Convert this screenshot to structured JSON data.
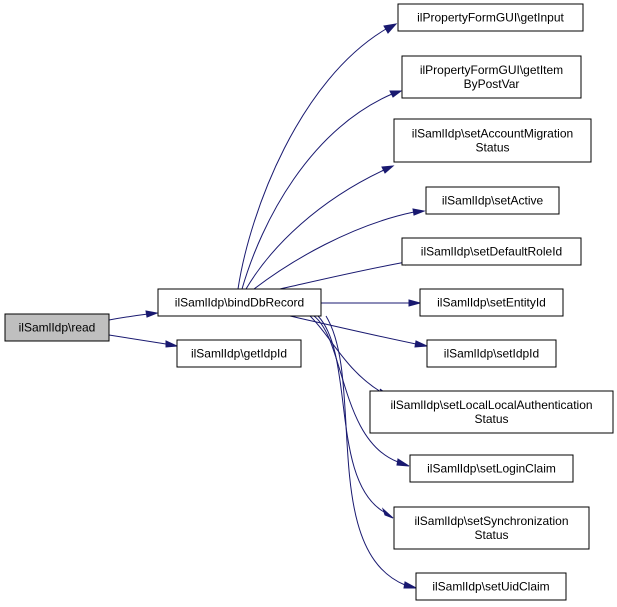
{
  "graph": {
    "title": "",
    "nodes": [
      {
        "id": "read",
        "lines": [
          "ilSamlIdp\\read"
        ],
        "current": true
      },
      {
        "id": "bindDbRecord",
        "lines": [
          "ilSamlIdp\\bindDbRecord"
        ]
      },
      {
        "id": "getIdpId",
        "lines": [
          "ilSamlIdp\\getIdpId"
        ]
      },
      {
        "id": "getInput",
        "lines": [
          "ilPropertyFormGUI\\getInput"
        ]
      },
      {
        "id": "getItemByPostVar",
        "lines": [
          "ilPropertyFormGUI\\getItem",
          "ByPostVar"
        ]
      },
      {
        "id": "setAccountMigrationStatus",
        "lines": [
          "ilSamlIdp\\setAccountMigration",
          "Status"
        ]
      },
      {
        "id": "setActive",
        "lines": [
          "ilSamlIdp\\setActive"
        ]
      },
      {
        "id": "setDefaultRoleId",
        "lines": [
          "ilSamlIdp\\setDefaultRoleId"
        ]
      },
      {
        "id": "setEntityId",
        "lines": [
          "ilSamlIdp\\setEntityId"
        ]
      },
      {
        "id": "setIdpId",
        "lines": [
          "ilSamlIdp\\setIdpId"
        ]
      },
      {
        "id": "setLocalLocalAuthenticationStatus",
        "lines": [
          "ilSamlIdp\\setLocalLocalAuthentication",
          "Status"
        ]
      },
      {
        "id": "setLoginClaim",
        "lines": [
          "ilSamlIdp\\setLoginClaim"
        ]
      },
      {
        "id": "setSynchronizationStatus",
        "lines": [
          "ilSamlIdp\\setSynchronization",
          "Status"
        ]
      },
      {
        "id": "setUidClaim",
        "lines": [
          "ilSamlIdp\\setUidClaim"
        ]
      }
    ],
    "edges": [
      {
        "from": "read",
        "to": "bindDbRecord"
      },
      {
        "from": "read",
        "to": "getIdpId"
      },
      {
        "from": "bindDbRecord",
        "to": "getInput"
      },
      {
        "from": "bindDbRecord",
        "to": "getItemByPostVar"
      },
      {
        "from": "bindDbRecord",
        "to": "setAccountMigrationStatus"
      },
      {
        "from": "bindDbRecord",
        "to": "setActive"
      },
      {
        "from": "bindDbRecord",
        "to": "setDefaultRoleId"
      },
      {
        "from": "bindDbRecord",
        "to": "setEntityId"
      },
      {
        "from": "bindDbRecord",
        "to": "setIdpId"
      },
      {
        "from": "bindDbRecord",
        "to": "setLocalLocalAuthenticationStatus"
      },
      {
        "from": "bindDbRecord",
        "to": "setLoginClaim"
      },
      {
        "from": "bindDbRecord",
        "to": "setSynchronizationStatus"
      },
      {
        "from": "bindDbRecord",
        "to": "setUidClaim"
      }
    ],
    "colors": {
      "edge": "#191970",
      "current_node_fill": "#bfbfbf",
      "node_fill": "#ffffff",
      "node_border": "#000000"
    }
  }
}
